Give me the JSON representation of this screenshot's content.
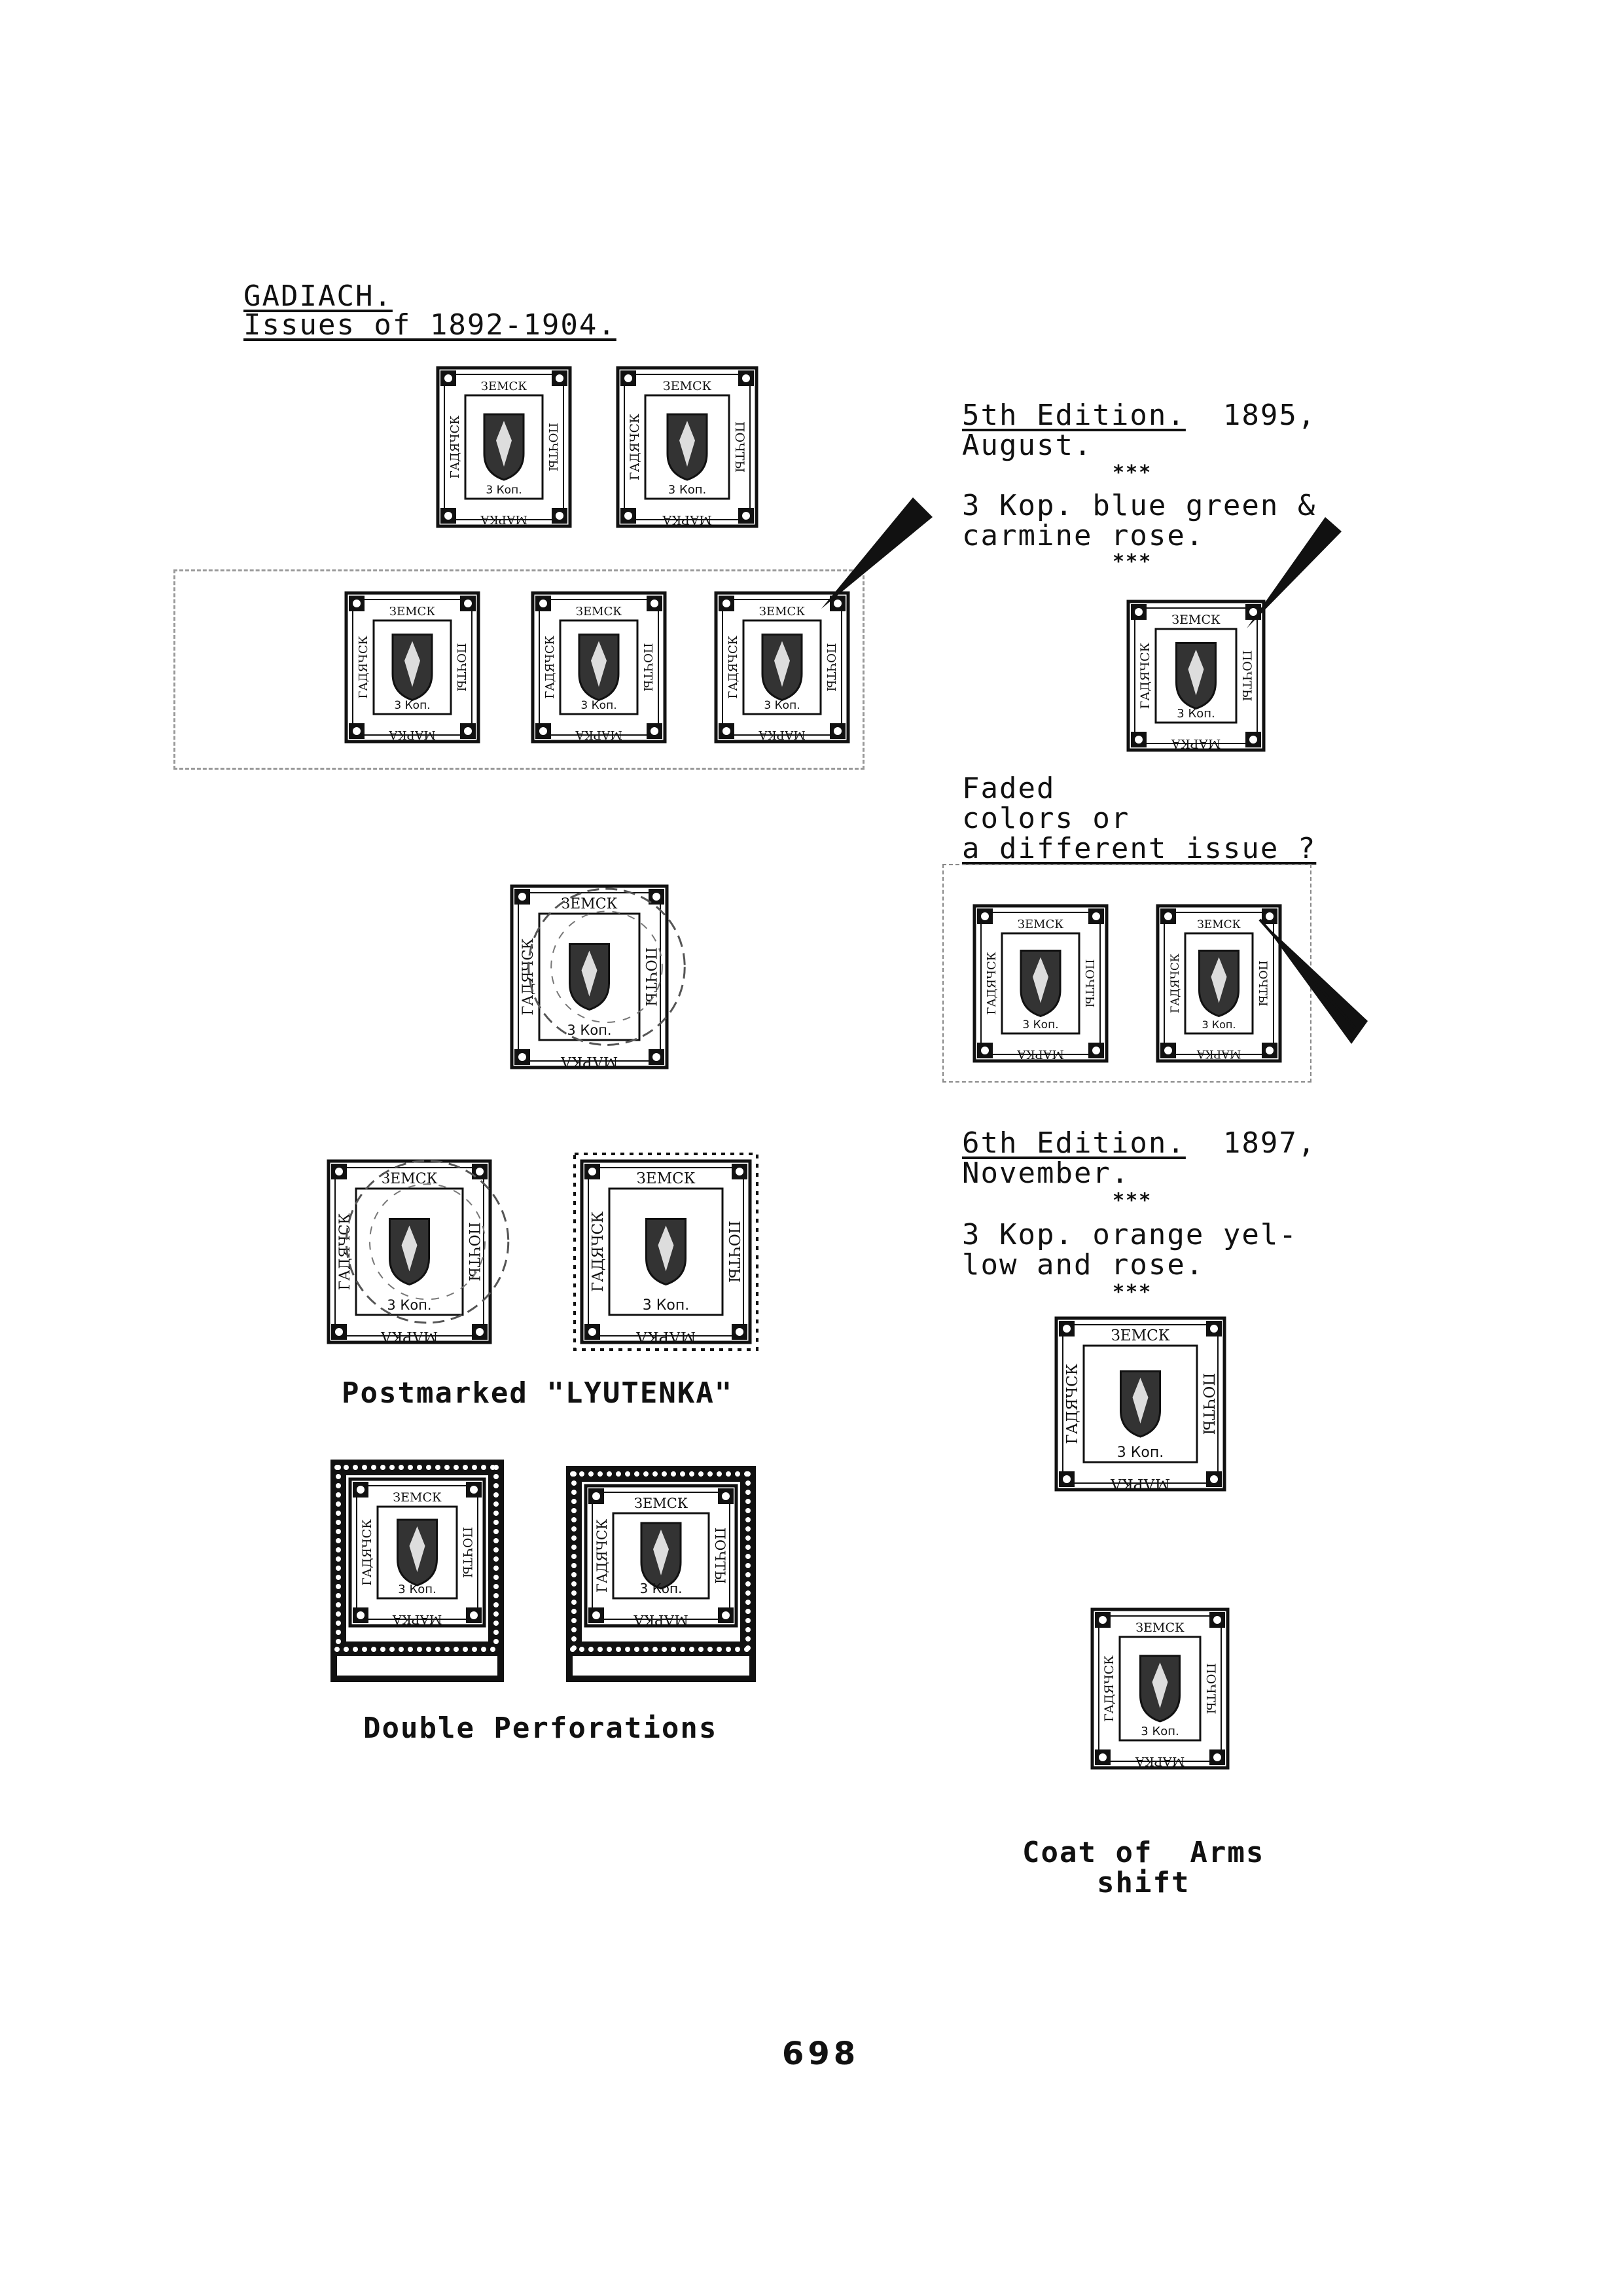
{
  "heading": {
    "title": "GADIACH.",
    "subtitle": "Issues of 1892-1904."
  },
  "edition5": {
    "title": "5th Edition.",
    "year": "1895,",
    "month": "August.",
    "stars": "***",
    "desc_line1": "3 Kop. blue green &",
    "desc_line2": "carmine rose.",
    "stars2": "***"
  },
  "faded": {
    "line1": "Faded",
    "line2": "colors or",
    "line3": "a different issue ?"
  },
  "edition6": {
    "title": "6th Edition.",
    "year": "1897,",
    "month": "November.",
    "stars": "***",
    "desc_line1": "3 Kop. orange yel-",
    "desc_line2": "low and rose.",
    "stars2": "***"
  },
  "captions": {
    "postmarked": "Postmarked \"LYUTENKA\"",
    "double_perf": "Double Perforations",
    "coat_shift_line1": "Coat of  Arms",
    "coat_shift_line2": "shift"
  },
  "stamp_text": {
    "top": "ЗЕМСК",
    "left": "ГАДЯЧСК",
    "right": "ПОЧТЫ",
    "bottom": "МАРКА",
    "value": "3 Коп."
  },
  "page_number": "698"
}
